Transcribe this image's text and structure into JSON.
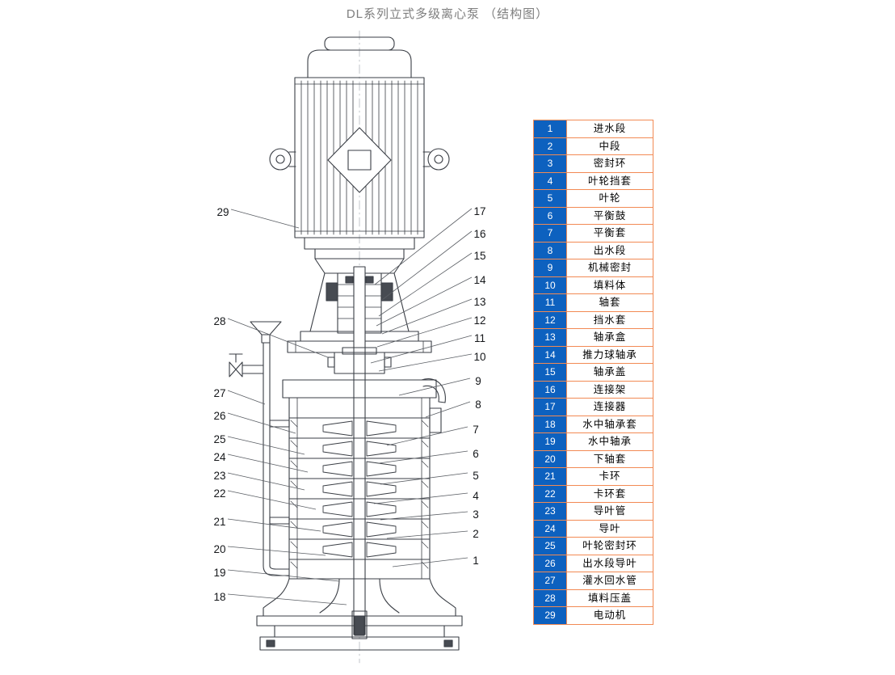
{
  "page": {
    "title": "DL系列立式多级离心泵 （结构图）"
  },
  "colors": {
    "table_border": "#f28a54",
    "number_cell_bg": "#0d61bf",
    "number_cell_text": "#ffffff",
    "title_text": "#7e7e7e"
  },
  "diagram": {
    "description": "DL系列立式多级离心泵剖面结构图",
    "left_callouts": [
      "29",
      "28",
      "27",
      "26",
      "25",
      "24",
      "23",
      "22",
      "21",
      "20",
      "19",
      "18"
    ],
    "right_callouts": [
      "17",
      "16",
      "15",
      "14",
      "13",
      "12",
      "11",
      "10",
      "9",
      "8",
      "7",
      "6",
      "5",
      "4",
      "3",
      "2",
      "1"
    ]
  },
  "table": {
    "rows": [
      {
        "num": "1",
        "name": "进水段"
      },
      {
        "num": "2",
        "name": "中段"
      },
      {
        "num": "3",
        "name": "密封环"
      },
      {
        "num": "4",
        "name": "叶轮挡套"
      },
      {
        "num": "5",
        "name": "叶轮"
      },
      {
        "num": "6",
        "name": "平衡鼓"
      },
      {
        "num": "7",
        "name": "平衡套"
      },
      {
        "num": "8",
        "name": "出水段"
      },
      {
        "num": "9",
        "name": "机械密封"
      },
      {
        "num": "10",
        "name": "填料体"
      },
      {
        "num": "11",
        "name": "轴套"
      },
      {
        "num": "12",
        "name": "挡水套"
      },
      {
        "num": "13",
        "name": "轴承盒"
      },
      {
        "num": "14",
        "name": "推力球轴承"
      },
      {
        "num": "15",
        "name": "轴承盖"
      },
      {
        "num": "16",
        "name": "连接架"
      },
      {
        "num": "17",
        "name": "连接器"
      },
      {
        "num": "18",
        "name": "水中轴承套"
      },
      {
        "num": "19",
        "name": "水中轴承"
      },
      {
        "num": "20",
        "name": "下轴套"
      },
      {
        "num": "21",
        "name": "卡环"
      },
      {
        "num": "22",
        "name": "卡环套"
      },
      {
        "num": "23",
        "name": "导叶管"
      },
      {
        "num": "24",
        "name": "导叶"
      },
      {
        "num": "25",
        "name": "叶轮密封环"
      },
      {
        "num": "26",
        "name": "出水段导叶"
      },
      {
        "num": "27",
        "name": "灌水回水管"
      },
      {
        "num": "28",
        "name": "填料压盖"
      },
      {
        "num": "29",
        "name": "电动机"
      }
    ]
  }
}
